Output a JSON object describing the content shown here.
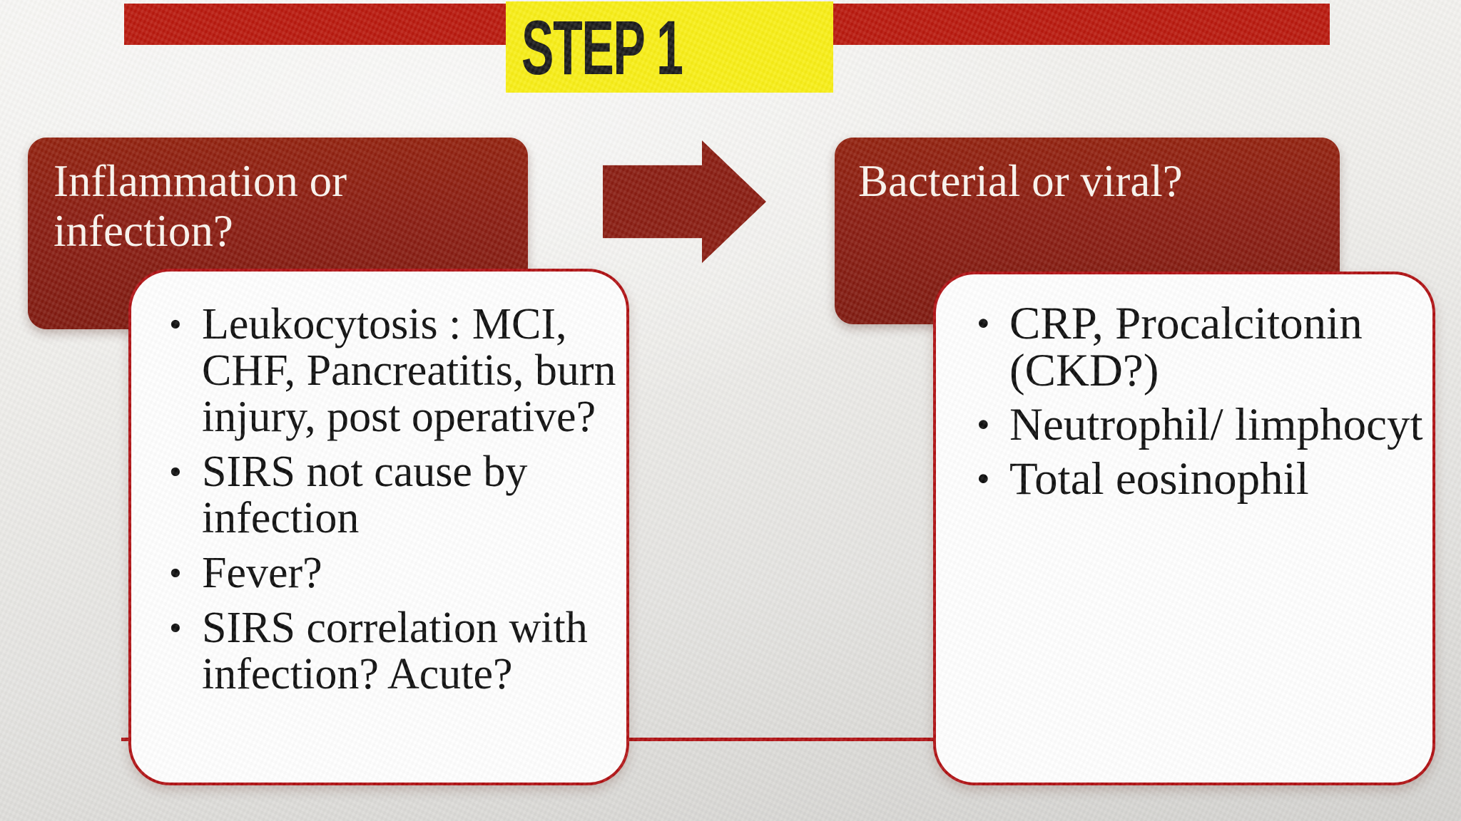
{
  "slide": {
    "step_label": "STEP 1",
    "left_flow": {
      "header": "Inflammation or infection?",
      "bullets": [
        "Leukocytosis : MCI, CHF, Pancreatitis, burn injury, post operative?",
        "SIRS not cause by infection",
        "Fever?",
        "SIRS correlation with infection? Acute?"
      ]
    },
    "right_flow": {
      "header": "Bacterial or viral?",
      "bullets": [
        "CRP, Procalcitonin (CKD?)",
        "Neutrophil/ limphocyt",
        "Total eosinophil"
      ]
    },
    "colors": {
      "bar_red": "#b9190e",
      "box_maroon": "#8a1d12",
      "accent_border": "#b01113",
      "highlight_yellow": "#f8ee16",
      "step_text": "#1a1a1a",
      "body_text": "#0e0e0e",
      "header_text": "#faf4ee"
    }
  }
}
